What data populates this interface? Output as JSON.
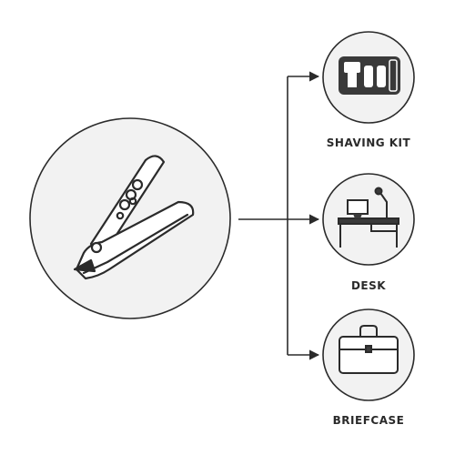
{
  "colors": {
    "circle_fill": "#f2f2f2",
    "stroke": "#2b2b2b",
    "icon_fill": "#3a3a3a",
    "background": "#ffffff"
  },
  "source": {
    "icon": "nail-clipper-icon"
  },
  "destinations": [
    {
      "id": "shaving-kit",
      "label": "SHAVING KIT",
      "icon": "shaving-kit-icon"
    },
    {
      "id": "desk",
      "label": "DESK",
      "icon": "desk-icon"
    },
    {
      "id": "briefcase",
      "label": "BRIEFCASE",
      "icon": "briefcase-icon"
    }
  ]
}
